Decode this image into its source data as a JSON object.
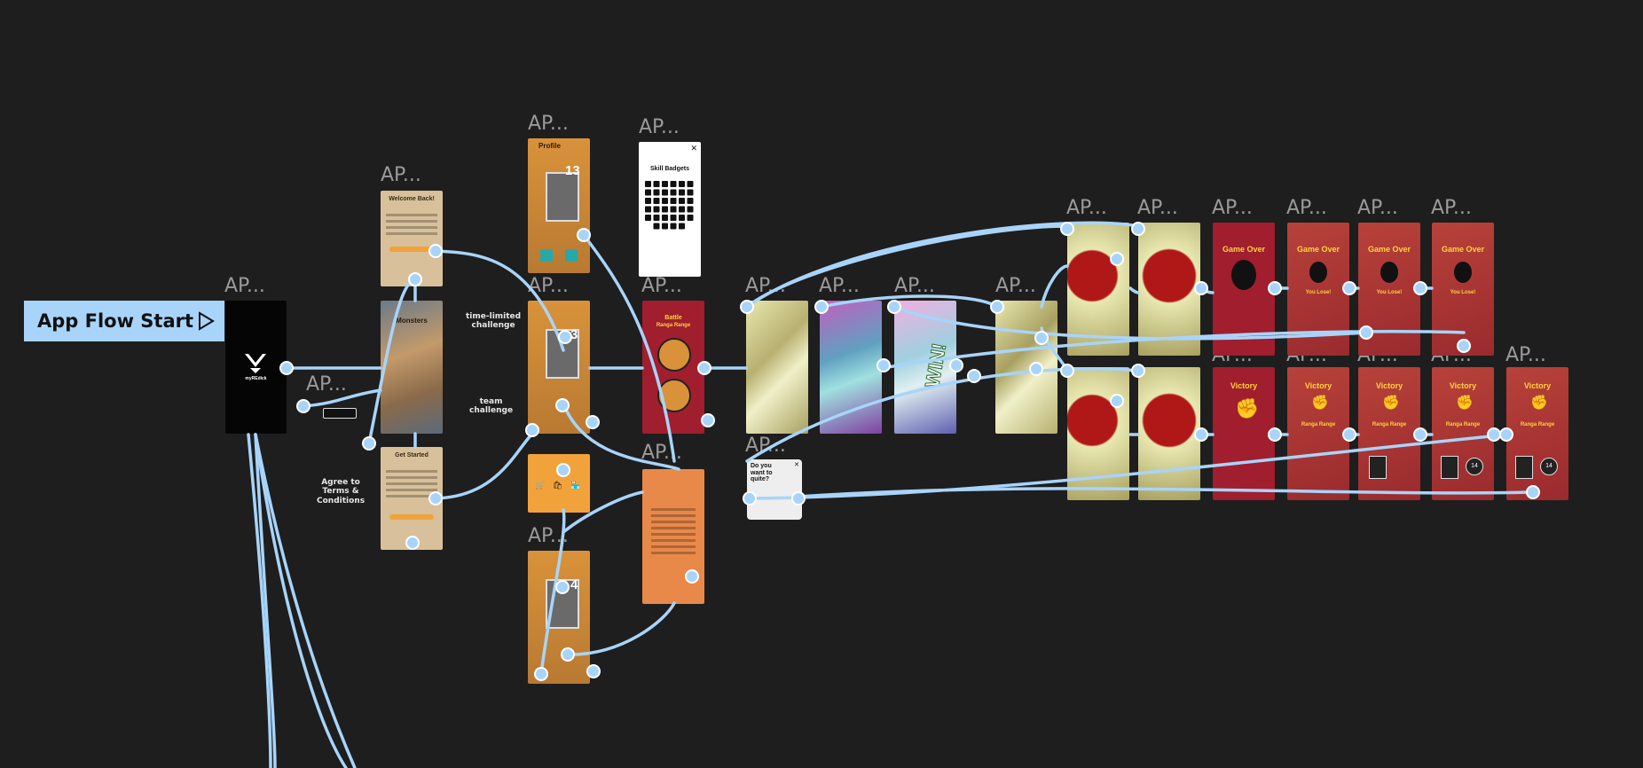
{
  "start": {
    "label": "App Flow Start",
    "icon": "play-icon"
  },
  "frame_label": "AP...",
  "side_labels": {
    "time_limited": "time-limited\nchallenge",
    "team": "team\nchallenge",
    "agree": "Agree to\nTerms &\nConditions"
  },
  "screens": {
    "splash_caption": "myREdick",
    "welcome_title": "Welcome Back!",
    "monsters_title": "Monsters",
    "get_started_title": "Get Started",
    "profile_title": "Profile",
    "profile_number": "13",
    "home_number_2": "3",
    "home_number_3": "4",
    "skill_badges_title": "Skill Badgets",
    "battle_title": "Battle",
    "battle_subtitle": "Ranga Range",
    "quit_dialog_text": "Do you want to quite?",
    "win_text": "WIN!",
    "game_over": "Game Over",
    "you_lose": "You Lose!",
    "victory": "Victory",
    "ranga_range": "Ranga Range",
    "level_number": "14"
  },
  "colors": {
    "background": "#1e1e1e",
    "connector": "#a8d4fa",
    "label": "#9a9a9a",
    "red_screen": "#a01e2e",
    "tan_screen": "#d8c09a",
    "orange_screen": "#e8894a",
    "gold_text": "#ffd23a"
  }
}
